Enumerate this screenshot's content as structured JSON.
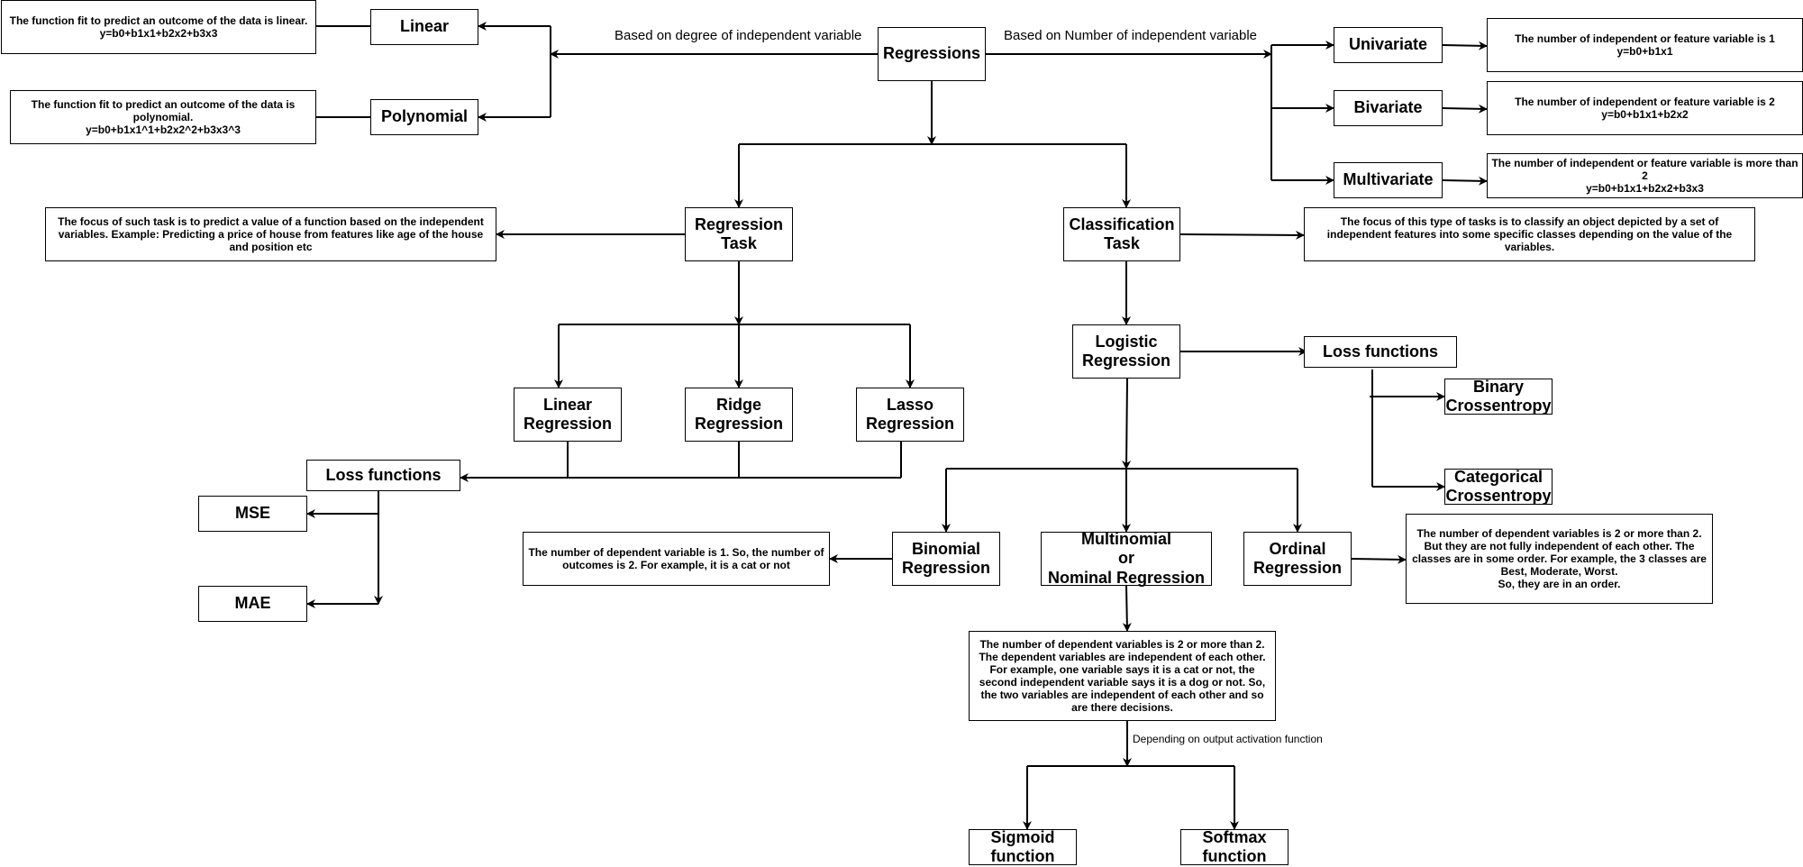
{
  "nodes": {
    "regressions": "Regressions",
    "linear": "Linear",
    "polynomial": "Polynomial",
    "linear_desc": "The function fit to predict an outcome of the data is linear.\ny=b0+b1x1+b2x2+b3x3",
    "polynomial_desc": "The function fit to predict an outcome of the data is polynomial.\ny=b0+b1x1^1+b2x2^2+b3x3^3",
    "univariate": "Univariate",
    "bivariate": "Bivariate",
    "multivariate": "Multivariate",
    "univariate_desc": "The number of independent or feature variable is 1\ny=b0+b1x1",
    "bivariate_desc": "The number of independent or feature variable is 2\ny=b0+b1x1+b2x2",
    "multivariate_desc": "The number of independent or feature variable is more than 2\ny=b0+b1x1+b2x2+b3x3",
    "regression_task": "Regression\nTask",
    "classification_task": "Classification\nTask",
    "regression_task_desc": "The focus of such task is to predict a value  of a function based on the independent variables. Example: Predicting a price of house from features like age of the house and position etc",
    "classification_task_desc": "The focus of this type of tasks is to classify an object depicted by a set of independent features into some specific classes depending on the value of the variables.",
    "linear_regression": "Linear\nRegression",
    "ridge_regression": "Ridge\nRegression",
    "lasso_regression": "Lasso\nRegression",
    "loss_functions_reg": "Loss functions",
    "mse": "MSE",
    "mae": "MAE",
    "logistic_regression": "Logistic\nRegression",
    "loss_functions_cls": "Loss functions",
    "binary_crossentropy": "Binary\nCrossentropy",
    "categorical_crossentropy": "Categorical\nCrossentropy",
    "binomial_regression": "Binomial\nRegression",
    "multinomial_regression": "Multinomial\nor\nNominal Regression",
    "ordinal_regression": "Ordinal\nRegression",
    "binomial_desc": "The number of dependent variable is 1. So, the number of outcomes is 2. For example, it is a cat or not",
    "multinomial_desc": "The number of dependent variables is 2 or more than 2. The dependent variables are independent of each other. For example, one variable says it is a cat or not, the second independent variable says it is a dog or not. So, the two variables are independent of each other and so are there decisions.",
    "ordinal_desc": "The number of dependent variables is 2 or more than 2. But they are not fully independent of each other. The classes are in some order. For example, the 3 classes are Best, Moderate, Worst.\nSo, they are in an order.",
    "sigmoid_function": "Sigmoid\nfunction",
    "softmax_function": "Softmax\nfunction"
  },
  "edge_labels": {
    "degree": "Based on degree of independent variable",
    "number": "Based on Number of independent variable",
    "activation": "Depending on output activation function"
  }
}
